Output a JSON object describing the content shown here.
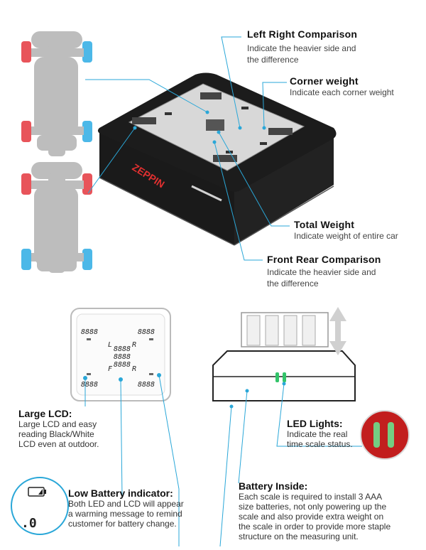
{
  "brand": "ZEPPIN",
  "lcd_reading": "8888",
  "lcd_letters": {
    "left": "L",
    "right": "R",
    "front": "F",
    "rear": "R"
  },
  "callouts": {
    "left_right": {
      "title": "Left Right Comparison",
      "desc1": "Indicate the heavier side and",
      "desc2": "the difference"
    },
    "corner": {
      "title": "Corner weight",
      "desc1": "Indicate each corner weight"
    },
    "total": {
      "title": "Total Weight",
      "desc1": "Indicate weight of entire car"
    },
    "front_rear": {
      "title": "Front Rear Comparison",
      "desc1": "Indicate the heavier side and",
      "desc2": "the difference"
    },
    "large_lcd": {
      "title": "Large LCD:",
      "desc1": "Large LCD and easy",
      "desc2": "reading Black/White",
      "desc3": "LCD even at outdoor."
    },
    "led": {
      "title": "LED Lights:",
      "desc1": "Indicate the real",
      "desc2": "time scale status."
    },
    "low_battery": {
      "title": "Low Battery indicator:",
      "desc1": "Both LED and LCD will appear",
      "desc2": "a warming message to remind",
      "desc3": "customer for battery change."
    },
    "battery": {
      "title": "Battery Inside:",
      "desc1": "Each scale is required to install 3 AAA",
      "desc2": "size batteries, not only powering up the",
      "desc3": "scale and also provide extra weight on",
      "desc4": "the scale in order to provide more staple",
      "desc5": "structure on the measuring unit."
    }
  },
  "colors": {
    "accent": "#2aa7d8",
    "front_wheel": "#e8545a",
    "rear_wheel": "#4cb8e8",
    "car": "#bdbdbd",
    "led_green": "#33c46a"
  },
  "icons": [
    "car-top-view-icon",
    "battery-icon",
    "up-down-arrow-icon"
  ]
}
